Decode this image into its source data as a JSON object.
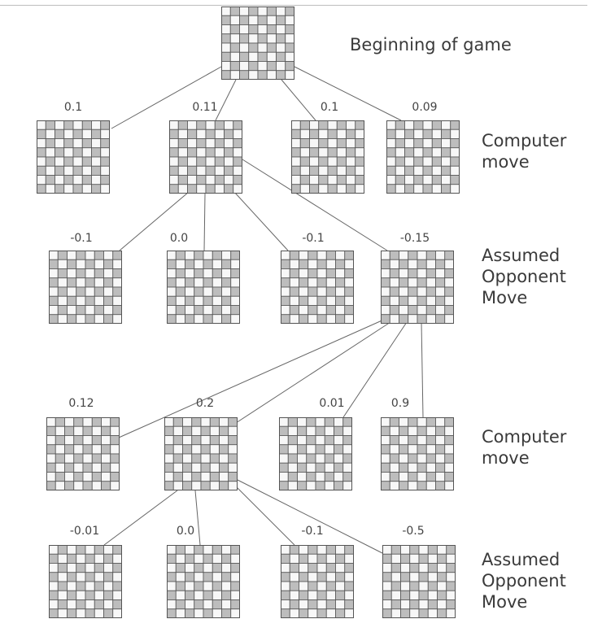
{
  "colors": {
    "square_light": "#f7f7f7",
    "square_dark": "#bdbdbd",
    "grid_line": "#555555",
    "edge_line": "#666666"
  },
  "board": {
    "squares": 8
  },
  "labels": {
    "root": "Beginning of game",
    "level1": "Computer\nmove",
    "level2": "Assumed\nOpponent\nMove",
    "level3": "Computer\nmove",
    "level4": "Assumed\nOpponent\nMove"
  },
  "tree": {
    "root": {
      "id": "root"
    },
    "nodes": [
      {
        "id": "c1",
        "parent": "root",
        "score": "0.1"
      },
      {
        "id": "c2",
        "parent": "root",
        "score": "0.11"
      },
      {
        "id": "c3",
        "parent": "root",
        "score": "0.1"
      },
      {
        "id": "c4",
        "parent": "root",
        "score": "0.09"
      },
      {
        "id": "o1",
        "parent": "c2",
        "score": "-0.1"
      },
      {
        "id": "o2",
        "parent": "c2",
        "score": "0.0"
      },
      {
        "id": "o3",
        "parent": "c2",
        "score": "-0.1"
      },
      {
        "id": "o4",
        "parent": "c2",
        "score": "-0.15"
      },
      {
        "id": "d1",
        "parent": "o4",
        "score": "0.12"
      },
      {
        "id": "d2",
        "parent": "o4",
        "score": "0.2"
      },
      {
        "id": "d3",
        "parent": "o4",
        "score": "0.01"
      },
      {
        "id": "d4",
        "parent": "o4",
        "score": "0.9"
      },
      {
        "id": "e1",
        "parent": "d2",
        "score": "-0.01"
      },
      {
        "id": "e2",
        "parent": "d2",
        "score": "0.0"
      },
      {
        "id": "e3",
        "parent": "d2",
        "score": "-0.1"
      },
      {
        "id": "e4",
        "parent": "d2",
        "score": "-0.5"
      }
    ]
  }
}
